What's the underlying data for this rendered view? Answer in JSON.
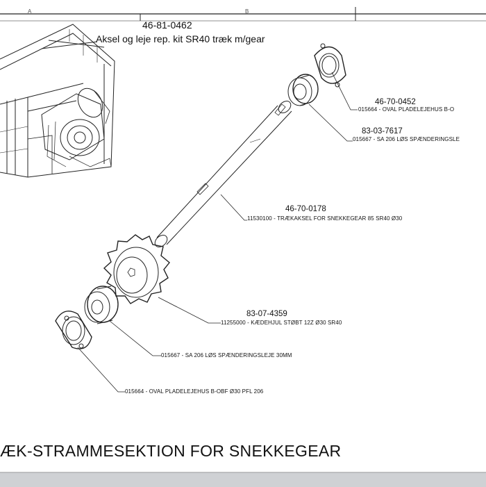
{
  "header": {
    "zone_a": "A",
    "zone_b": "B",
    "kit_number": "46-81-0462",
    "kit_description": "Aksel og leje rep. kit SR40 træk m/gear"
  },
  "parts": [
    {
      "part_number": "46-70-0452",
      "callout": "015664 - OVAL PLADELEJEHUS B-O"
    },
    {
      "part_number": "83-03-7617",
      "callout": "015667 - SA 206 LØS SPÆNDERINGSLE"
    },
    {
      "part_number": "46-70-0178",
      "callout": "11530100 - TRÆKAKSEL FOR SNEKKEGEAR 85 SR40 Ø30"
    },
    {
      "part_number": "83-07-4359",
      "callout": "11255000 - KÆDEHJUL STØBT 12Z Ø30 SR40"
    },
    {
      "part_number": "",
      "callout": "015667 - SA 206 LØS SPÆNDERINGSLEJE 30MM"
    },
    {
      "part_number": "",
      "callout": "015664 - OVAL PLADELEJEHUS B-OBF Ø30 PFL 206"
    }
  ],
  "title": "ÆK-STRAMMESEKTION FOR SNEKKEGEAR"
}
